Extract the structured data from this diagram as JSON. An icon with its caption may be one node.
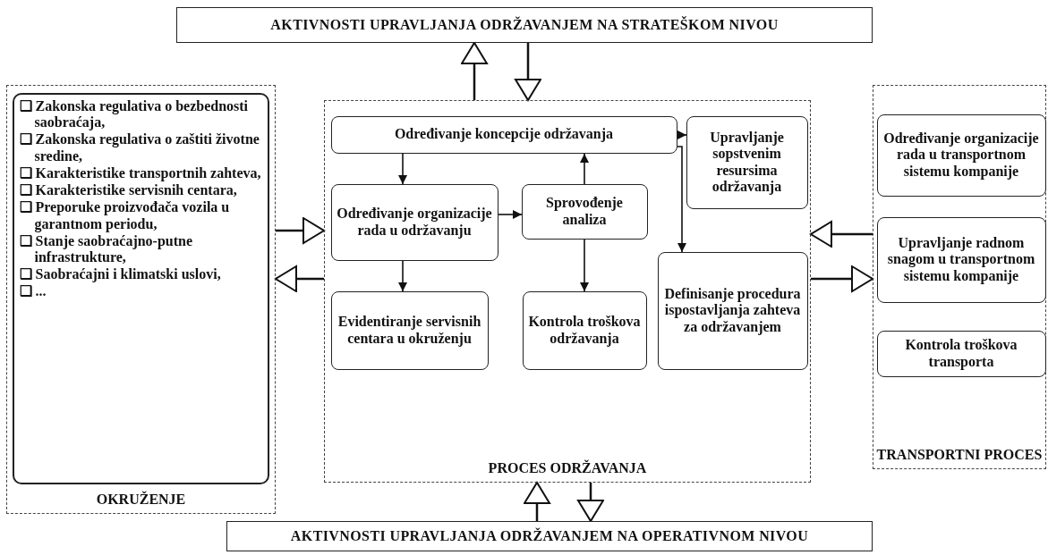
{
  "diagram": {
    "nodes": [
      {
        "text": [
          "AKTIVNOSTI UPRAVLJANJA ODRŽAVANJEM NA STRATEŠKOM NIVOU"
        ]
      },
      {
        "text": [
          "OKRUŽENJE"
        ]
      },
      {
        "text": [
          "❑ Zakonska regulativa o bezbednosti saobraćaja,",
          "❑ Zakonska regulativa o zaštiti životne sredine,",
          "❑ Karakteristike transportnih zahteva,",
          "❑ Karakteristike servisnih centara,",
          "❑ Preporuke proizvođača vozila u garantnom periodu,",
          "❑ Stanje saobraćajno-putne infrastrukture,",
          "❑ Saobraćajni i klimatski uslovi,",
          "❑ ..."
        ],
        "in": 1
      },
      {
        "text": [
          "PROCES ODRŽAVANJA"
        ]
      },
      {
        "text": [
          "Određivanje koncepcije održavanja"
        ],
        "in": 3
      },
      {
        "text": [
          "Upravljanje sopstvenim resursima održavanja"
        ],
        "in": 3
      },
      {
        "text": [
          "Određivanje organizacije rada u održavanju"
        ],
        "in": 3
      },
      {
        "text": [
          "Sprovođenje analiza"
        ],
        "in": 3
      },
      {
        "text": [
          "Evidentiranje servisnih centara u okruženju"
        ],
        "in": 3
      },
      {
        "text": [
          "Kontrola troškova održavanja"
        ],
        "in": 3
      },
      {
        "text": [
          "Definisanje procedura ispostavljanja zahteva za održavanjem"
        ],
        "in": 3
      },
      {
        "text": [
          "TRANSPORTNI PROCES"
        ]
      },
      {
        "text": [
          "Određivanje organizacije rada u transportnom sistemu kompanije"
        ],
        "in": 11
      },
      {
        "text": [
          "Upravljanje radnom snagom u transportnom sistemu kompanije"
        ],
        "in": 11
      },
      {
        "text": [
          "Kontrola troškova transporta"
        ],
        "in": 11
      },
      {
        "text": [
          "AKTIVNOSTI UPRAVLJANJA ODRŽAVANJEM NA OPERATIVNOM NIVOU"
        ]
      }
    ],
    "edges": [
      {
        "from": 3,
        "to": 0,
        "arrow": "to"
      },
      {
        "from": 0,
        "to": 3,
        "arrow": "to"
      },
      {
        "from": 1,
        "to": 3,
        "arrow": "to"
      },
      {
        "from": 3,
        "to": 1,
        "arrow": "to"
      },
      {
        "from": 11,
        "to": 3,
        "arrow": "to"
      },
      {
        "from": 3,
        "to": 11,
        "arrow": "to"
      },
      {
        "from": 15,
        "to": 3,
        "arrow": "to"
      },
      {
        "from": 3,
        "to": 15,
        "arrow": "to"
      },
      {
        "from": 4,
        "to": 5,
        "arrow": "to"
      },
      {
        "from": 4,
        "to": 10,
        "arrow": "to"
      },
      {
        "from": 4,
        "to": 6,
        "arrow": "to"
      },
      {
        "from": 7,
        "to": 4,
        "arrow": "to"
      },
      {
        "from": 6,
        "to": 7,
        "arrow": "to"
      },
      {
        "from": 6,
        "to": 8,
        "arrow": "to"
      },
      {
        "from": 7,
        "to": 9,
        "arrow": "to"
      }
    ]
  }
}
